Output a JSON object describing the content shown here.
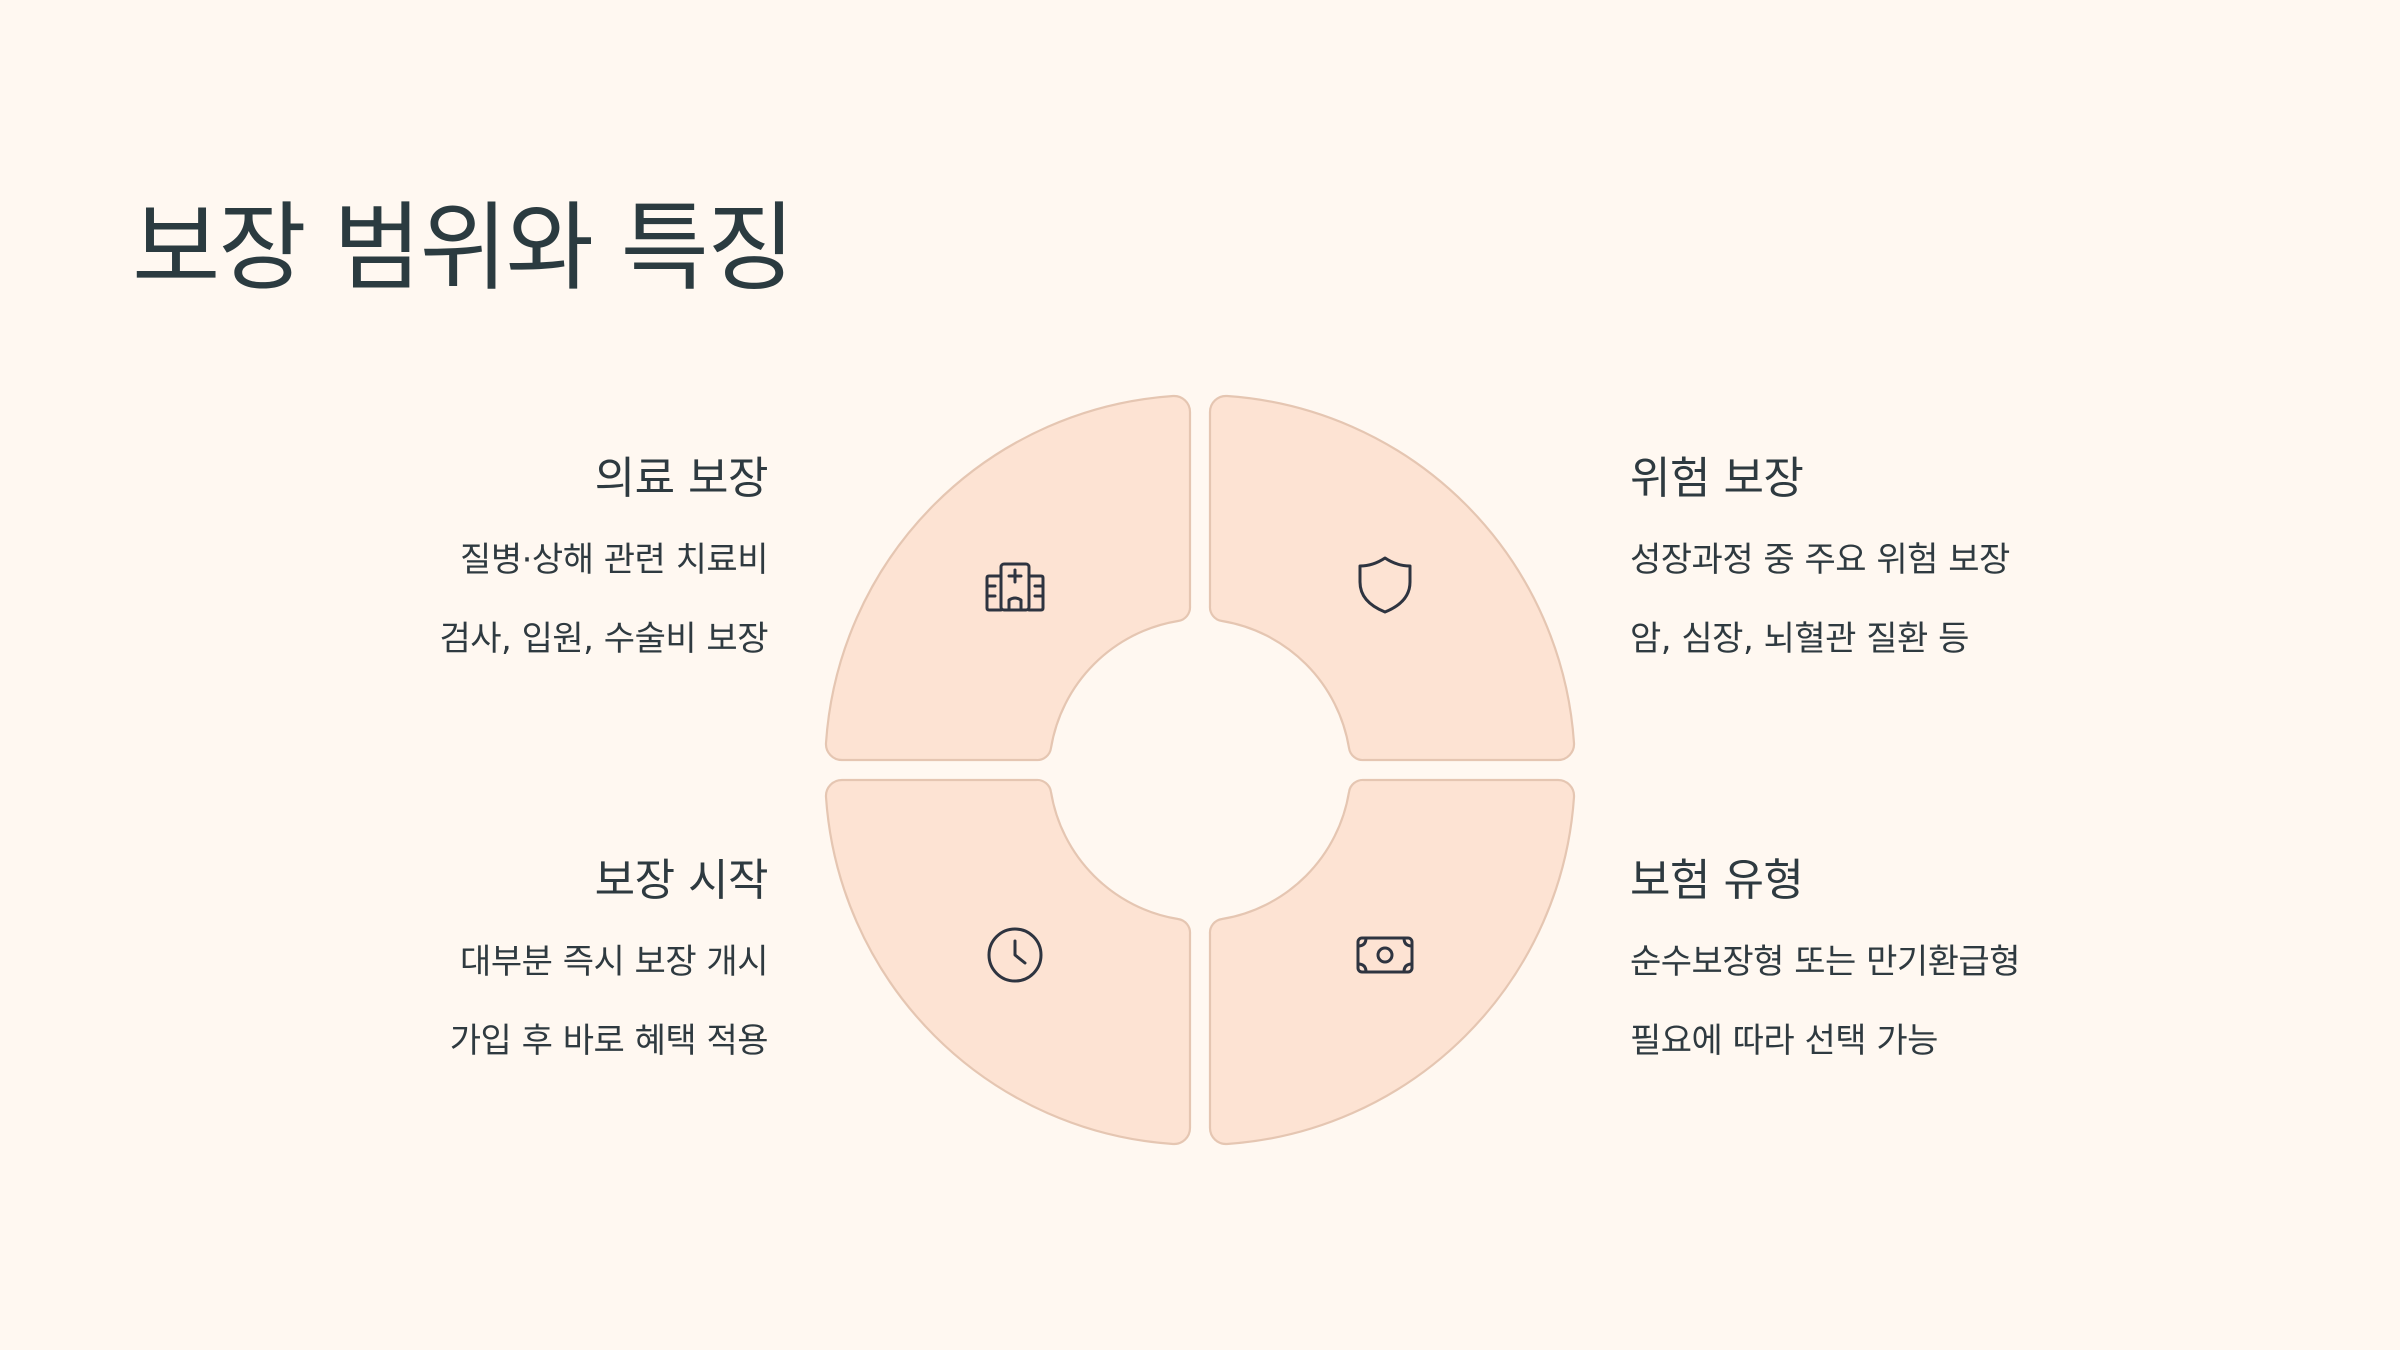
{
  "title": "보장 범위와 특징",
  "sections": {
    "medical": {
      "heading": "의료 보장",
      "line1": "질병·상해 관련 치료비",
      "line2": "검사, 입원, 수술비 보장",
      "icon": "hospital-icon"
    },
    "risk": {
      "heading": "위험 보장",
      "line1": "성장과정 중 주요 위험 보장",
      "line2": "암, 심장, 뇌혈관 질환 등",
      "icon": "shield-icon"
    },
    "start": {
      "heading": "보장 시작",
      "line1": "대부분 즉시 보장 개시",
      "line2": "가입 후 바로 혜택 적용",
      "icon": "clock-icon"
    },
    "type": {
      "heading": "보험 유형",
      "line1": "순수보장형 또는 만기환급형",
      "line2": "필요에 따라 선택 가능",
      "icon": "banknote-icon"
    }
  },
  "colors": {
    "background": "#fff8f1",
    "quadrant_fill": "#fde3d3",
    "quadrant_stroke": "#e5c6b2",
    "text": "#2e3a40"
  }
}
